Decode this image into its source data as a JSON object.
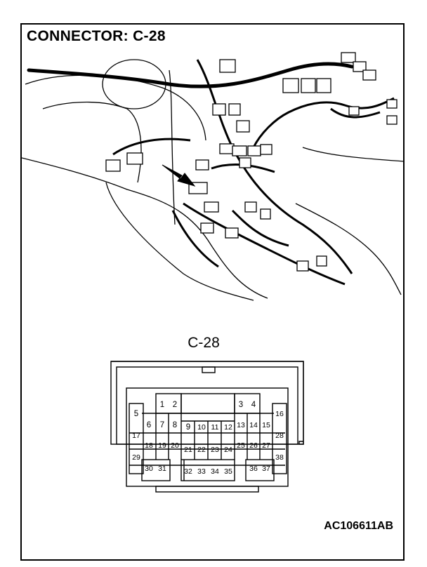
{
  "title": "CONNECTOR: C-28",
  "connector_name": "C-28",
  "figure_code": "AC106611AB",
  "pins": [
    "1",
    "2",
    "3",
    "4",
    "5",
    "6",
    "7",
    "8",
    "9",
    "10",
    "11",
    "12",
    "13",
    "14",
    "15",
    "16",
    "17",
    "18",
    "19",
    "20",
    "21",
    "22",
    "23",
    "24",
    "25",
    "26",
    "27",
    "28",
    "29",
    "30",
    "31",
    "32",
    "33",
    "34",
    "35",
    "36",
    "37",
    "38"
  ]
}
